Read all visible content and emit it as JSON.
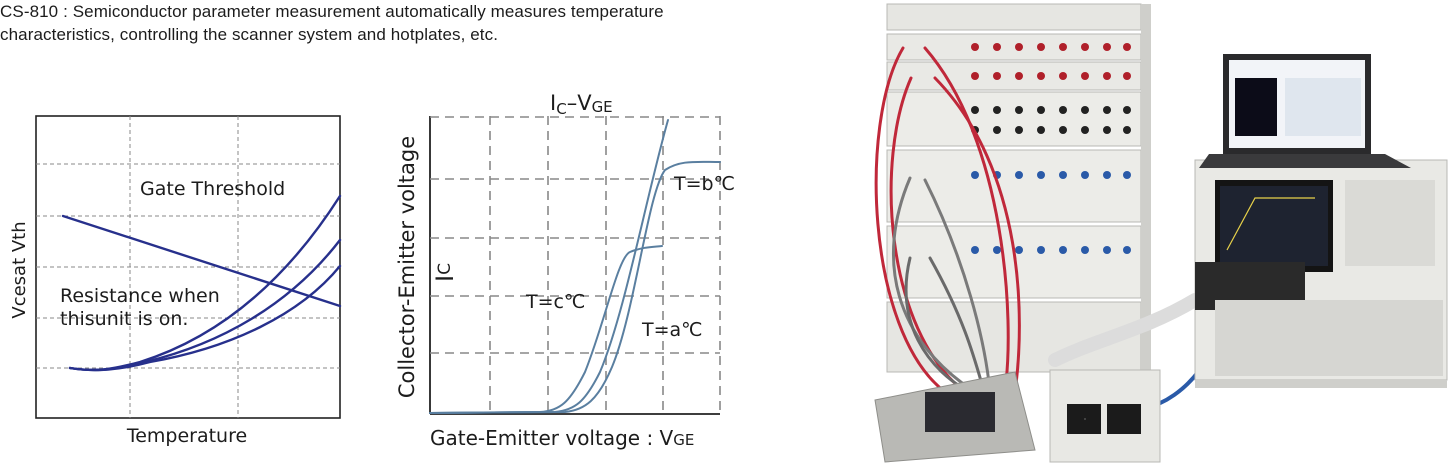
{
  "caption": {
    "line1": "CS-810 : Semiconductor parameter measurement automatically measures temperature",
    "line2": "characteristics, controlling the scanner system and hotplates, etc."
  },
  "left_chart": {
    "ylabel": "Vcesat  Vth",
    "xlabel": "Temperature",
    "annotations": {
      "gate_threshold": "Gate Threshold",
      "resistance_1": "Resistance when",
      "resistance_2": "thisunit is on."
    }
  },
  "right_chart": {
    "title_main": "I",
    "title_sub": "C",
    "title_rest": "–V",
    "title_sub2": "GE",
    "ylabel": "Collector-Emitter voltage",
    "ic_label": "I",
    "ic_sub": "C",
    "xlabel": "Gate-Emitter voltage : V",
    "xlabel_sub": "GE",
    "annotations": {
      "t_b": "T=b℃",
      "t_c": "T=c℃",
      "t_a": "T=a℃"
    }
  },
  "colors": {
    "navy_curve": "#27308c",
    "steel_curve": "#5a7fa0",
    "grid": "#888888",
    "text": "#1c1c1c"
  }
}
